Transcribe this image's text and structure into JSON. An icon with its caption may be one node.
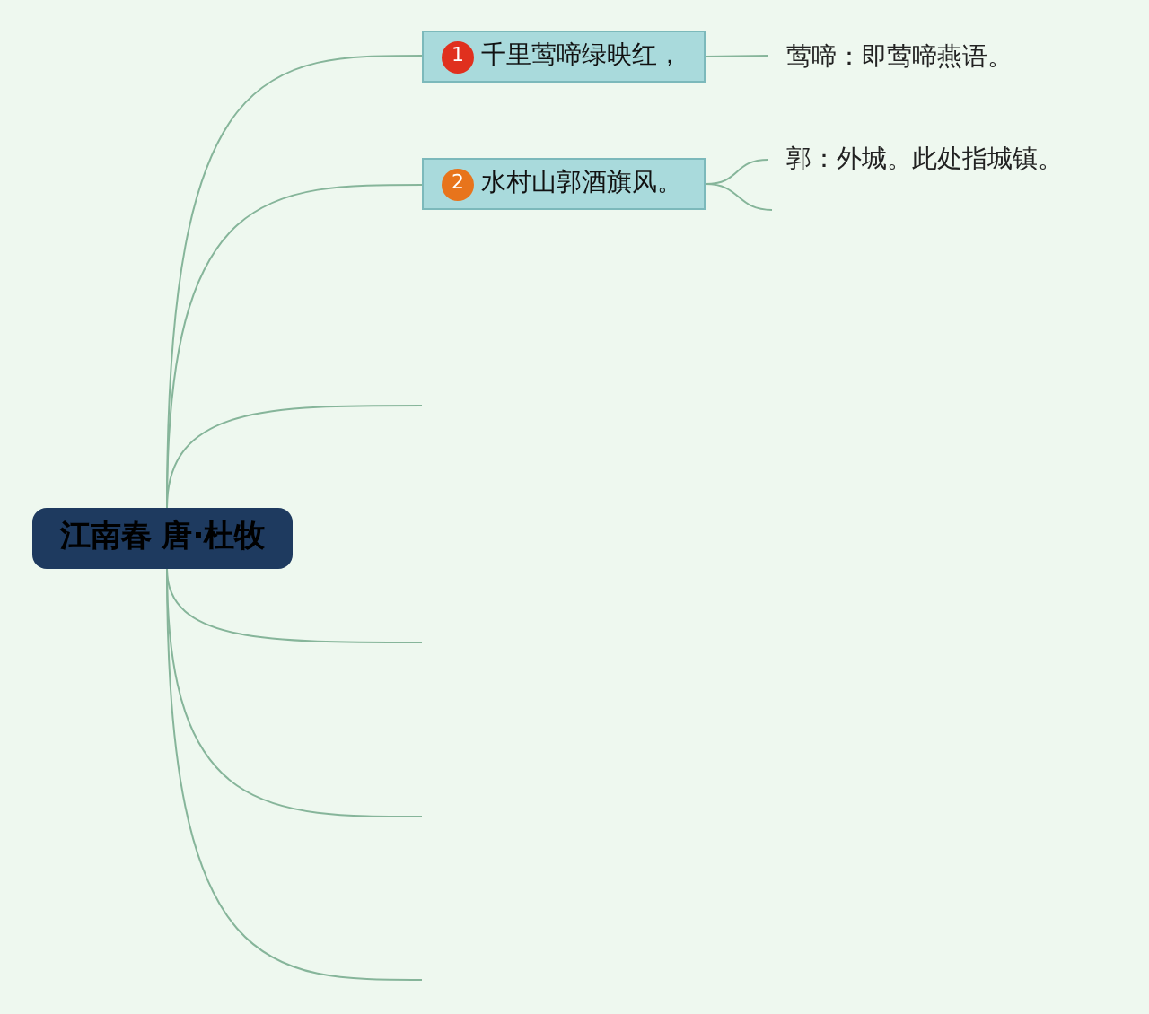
{
  "diagram": {
    "nodes": [
      {
        "text": [
          "江南春 唐·杜牧"
        ]
      },
      {
        "text": [
          "1",
          "千里莺啼绿映红，"
        ]
      },
      {
        "text": [
          "2",
          "水村山郭酒旗风。"
        ]
      },
      {
        "text": [
          "莺啼：即莺啼燕语。"
        ]
      },
      {
        "text": [
          "郭：外城。此处指城镇。"
        ]
      }
    ],
    "edges": [
      {
        "from": 0,
        "to": 1,
        "arrow": "none"
      },
      {
        "from": 0,
        "to": 2,
        "arrow": "none"
      },
      {
        "from": 0,
        "to": null,
        "arrow": "none"
      },
      {
        "from": 0,
        "to": null,
        "arrow": "none"
      },
      {
        "from": 0,
        "to": null,
        "arrow": "none"
      },
      {
        "from": 0,
        "to": null,
        "arrow": "none"
      },
      {
        "from": 1,
        "to": 3,
        "arrow": "none"
      },
      {
        "from": 2,
        "to": 4,
        "arrow": "none"
      },
      {
        "from": 2,
        "to": null,
        "arrow": "none"
      }
    ]
  }
}
